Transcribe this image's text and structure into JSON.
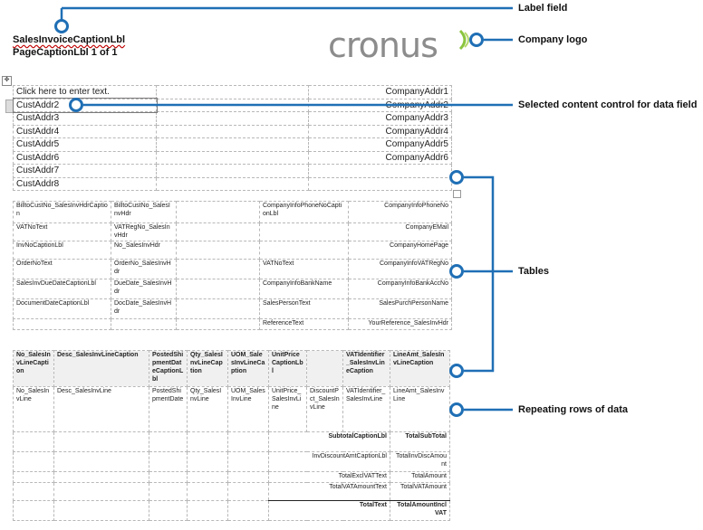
{
  "report": {
    "invoice_caption": "SalesInvoiceCaptionLbl",
    "page_caption": "PageCaptionLbl 1 of 1",
    "logo_text": "cronus"
  },
  "callouts": {
    "label_field": "Label field",
    "company_logo": "Company logo",
    "selected_control": "Selected content control for data field",
    "tables": "Tables",
    "repeating_rows": "Repeating rows of data"
  },
  "address_table": {
    "rows": [
      {
        "left": "Click here to enter text.",
        "right": "CompanyAddr1"
      },
      {
        "left": "CustAddr2",
        "right": "CompanyAddr2"
      },
      {
        "left": "CustAddr3",
        "right": "CompanyAddr3"
      },
      {
        "left": "CustAddr4",
        "right": "CompanyAddr4"
      },
      {
        "left": "CustAddr5",
        "right": "CompanyAddr5"
      },
      {
        "left": "CustAddr6",
        "right": "CompanyAddr6"
      },
      {
        "left": "CustAddr7",
        "right": ""
      },
      {
        "left": "CustAddr8",
        "right": ""
      }
    ]
  },
  "info_table": {
    "rows": [
      [
        "BilltoCustNo_SalesInvHdrCaption",
        "BilltoCustNo_SalesInvHdr",
        "",
        "CompanyInfoPhoneNoCaptionLbl",
        "CompanyInfoPhoneNo"
      ],
      [
        "VATNoText",
        "VATRegNo_SalesInvHdr",
        "",
        "",
        "CompanyEMail"
      ],
      [
        "InvNoCaptionLbl",
        "No_SalesInvHdr",
        "",
        "",
        "CompanyHomePage"
      ],
      [
        "OrderNoText",
        "OrderNo_SalesInvHdr",
        "",
        "VATNoText",
        "CompanyInfoVATRegNo"
      ],
      [
        "SalesInvDueDateCaptionLbl",
        "DueDate_SalesInvHdr",
        "",
        "CompanyInfoBankName",
        "CompanyInfoBankAccNo"
      ],
      [
        "DocumentDateCaptionLbl",
        "DocDate_SalesInvHdr",
        "",
        "SalesPersonText",
        "SalesPurchPersonName"
      ],
      [
        "",
        "",
        "",
        "ReferenceText",
        "YourReference_SalesInvHdr"
      ]
    ]
  },
  "lines_table": {
    "headers": [
      "No_SalesInvLineCaption",
      "Desc_SalesInvLineCaption",
      "PostedShipmentDateCaptionLbl",
      "Qty_SalesInvLineCaption",
      "UOM_SalesInvLineCaption",
      "UnitPriceCaptionLbl",
      "",
      "VATIdentifier_SalesInvLineCaption",
      "LineAmt_SalesInvLineCaption"
    ],
    "row": [
      "No_SalesInvLine",
      "Desc_SalesInvLine",
      "PostedShipmentDate",
      "Qty_SalesInvLine",
      "UOM_SalesInvLine",
      "UnitPrice_SalesInvLine",
      "DiscountPct_SalesInvLine",
      "VATIdentifier_SalesInvLine",
      "LineAmt_SalesInvLine"
    ],
    "totals": [
      {
        "label": "SubtotalCaptionLbl",
        "value": "TotalSubTotal"
      },
      {
        "label": "InvDiscountAmtCaptionLbl",
        "value": "TotalInvDiscAmount"
      },
      {
        "label": "TotalExclVATText",
        "value": "TotalAmount"
      },
      {
        "label": "TotalVATAmountText",
        "value": "TotalVATAmount"
      },
      {
        "label": "TotalText",
        "value": "TotalAmountInclVAT"
      }
    ]
  },
  "colors": {
    "accent": "#1f6fb5",
    "logo_gray": "#8c8c8c",
    "logo_green": "#8bc53f"
  }
}
